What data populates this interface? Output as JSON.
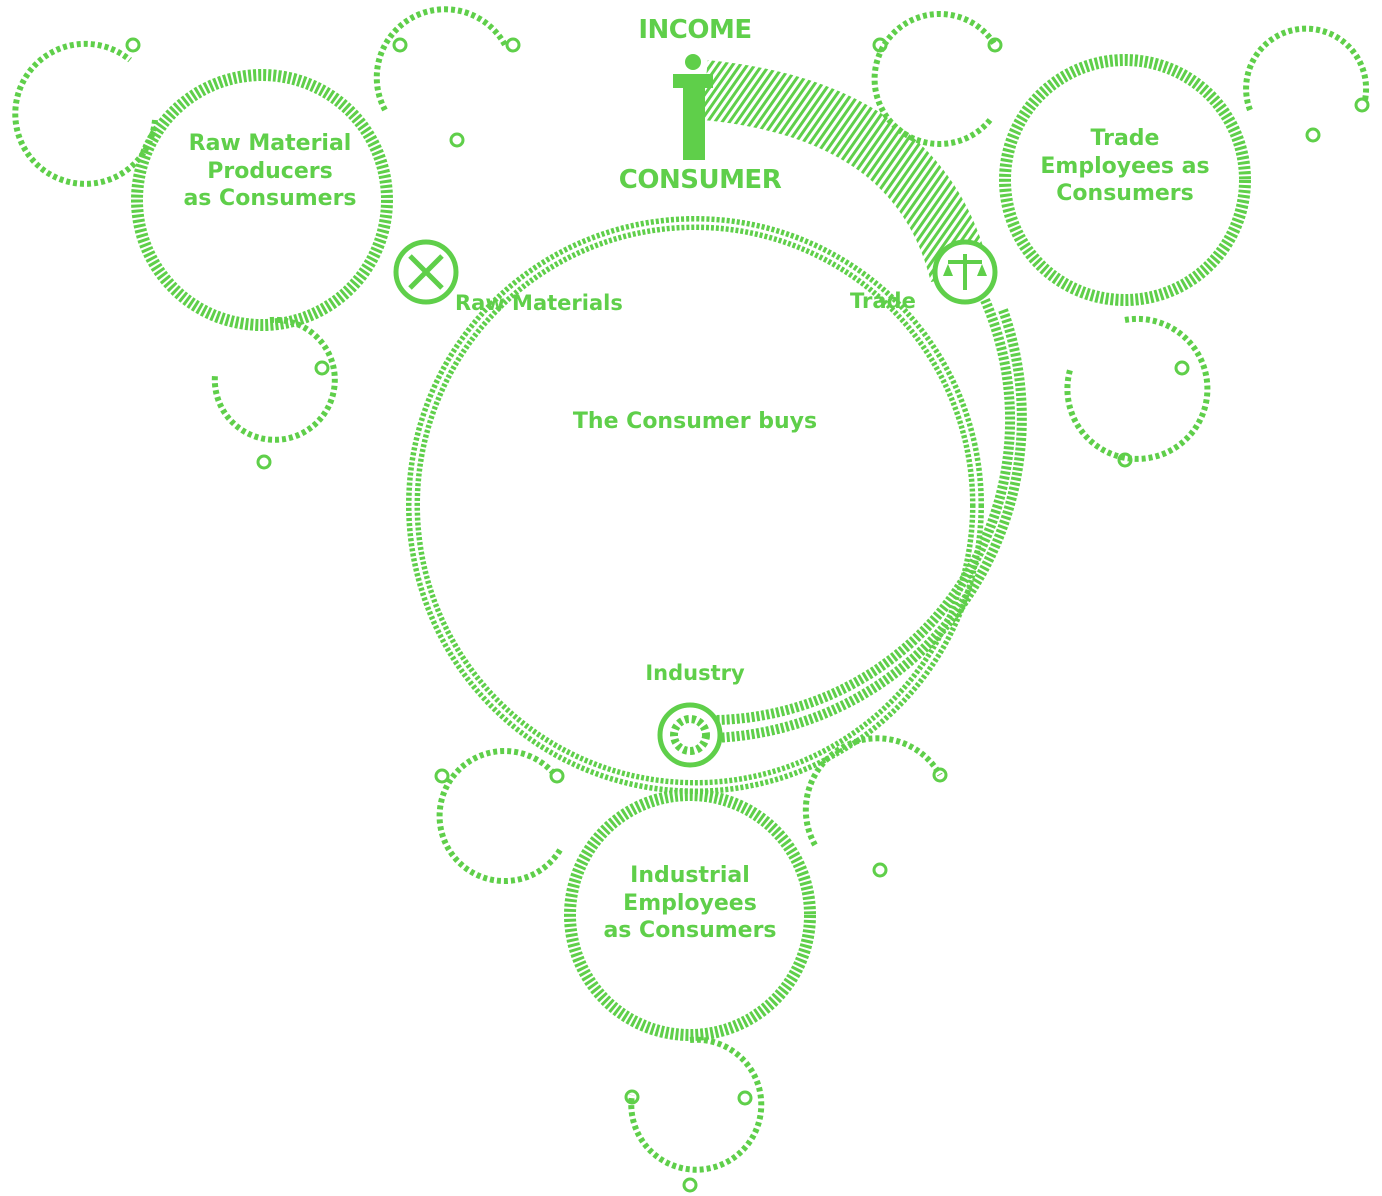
{
  "colors": {
    "ink": "#5fcf4a",
    "paper": "#ffffff"
  },
  "labels": {
    "income": "INCOME",
    "consumer": "CONSUMER",
    "center": "The Consumer buys",
    "raw_materials": "Raw Materials",
    "trade": "Trade",
    "industry": "Industry",
    "raw_producers": [
      "Raw Material",
      "Producers",
      "as Consumers"
    ],
    "trade_employees": [
      "Trade",
      "Employees as",
      "Consumers"
    ],
    "industrial_employees": [
      "Industrial",
      "Employees",
      "as Consumers"
    ]
  },
  "icons": {
    "hub_raw": "hammer-pick-icon",
    "hub_trade": "scales-icon",
    "hub_industry": "gear-icon",
    "consumer": "person-icon"
  }
}
